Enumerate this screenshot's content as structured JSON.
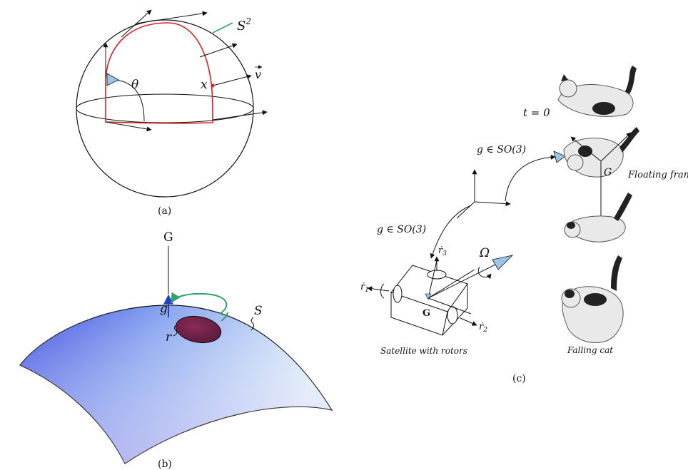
{
  "panel_a": {
    "caption": "(a)",
    "label_sphere": "S",
    "label_sphere_sup": "2",
    "label_theta": "θ",
    "label_x": "x",
    "label_v": "v"
  },
  "panel_b": {
    "caption": "(b)",
    "label_G": "G",
    "label_g": "g",
    "label_r": "r",
    "label_S": "S"
  },
  "panel_c": {
    "caption": "(c)",
    "label_t0": "t = 0",
    "label_g_so3_top": "g ∈ SO(3)",
    "label_g_so3_left": "g ∈ SO(3)",
    "label_floating": "Floating frame",
    "label_G_frame": "G",
    "label_G_sat": "G",
    "label_omega": "Ω",
    "label_r1": "ṙ",
    "label_r1_sub": "1",
    "label_r2": "ṙ",
    "label_r2_sub": "2",
    "label_r3": "ṙ",
    "label_r3_sub": "3",
    "label_satellite": "Satellite with rotors",
    "label_cat": "Falling cat"
  },
  "colors": {
    "sphere_path": "#d42020",
    "legend_line": "#2fa36b",
    "arrow_blue": "#1f3fc4",
    "rotation_green": "#2fa36b",
    "disk_fill": "#6b1f45",
    "surface_left": "#4a5ce8",
    "surface_right": "#dff1f8",
    "angle_marker": "#9cc6e6"
  }
}
